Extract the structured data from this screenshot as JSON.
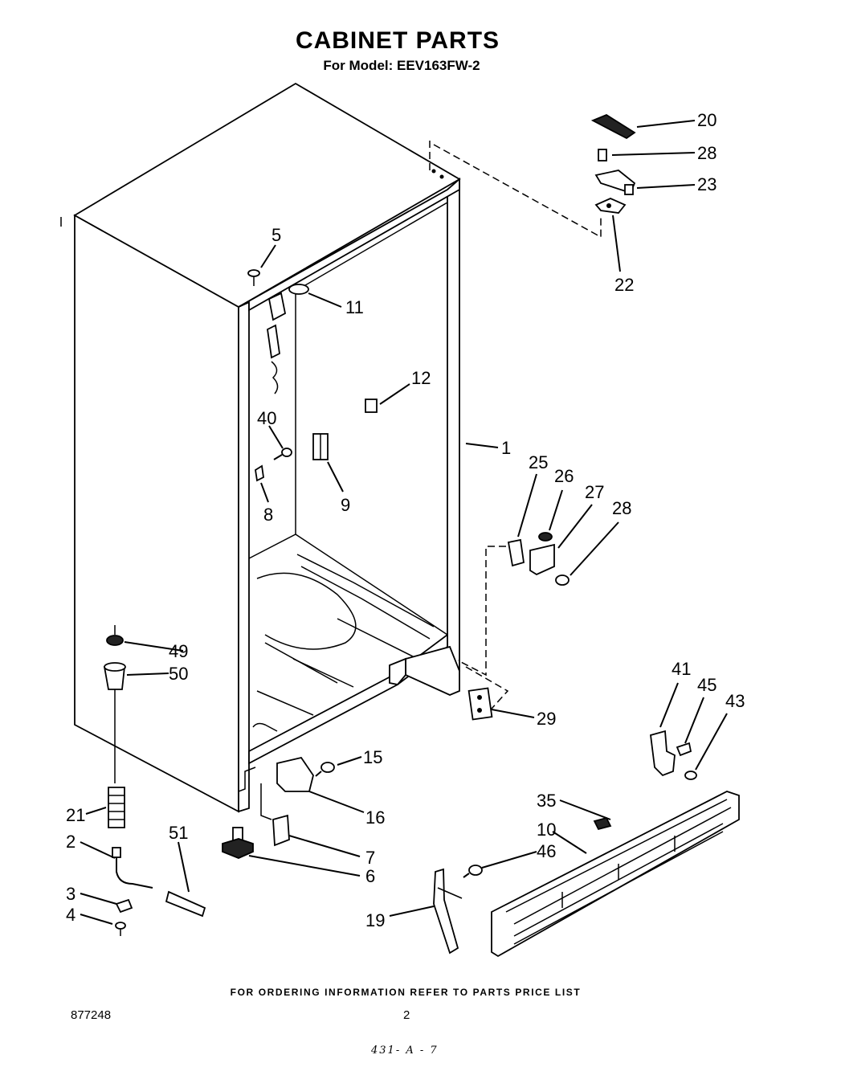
{
  "header": {
    "title": "CABINET PARTS",
    "subtitle": "For Model: EEV163FW-2"
  },
  "footer": {
    "ordering_note": "FOR ORDERING INFORMATION REFER TO PARTS PRICE LIST",
    "doc_number": "877248",
    "page_number": "2",
    "handwritten_note": "431- A - 7"
  },
  "callouts": [
    "20",
    "28",
    "23",
    "22",
    "5",
    "11",
    "12",
    "1",
    "40",
    "9",
    "8",
    "25",
    "26",
    "27",
    "28",
    "49",
    "50",
    "41",
    "45",
    "43",
    "29",
    "15",
    "16",
    "35",
    "10",
    "21",
    "2",
    "51",
    "7",
    "6",
    "46",
    "3",
    "4",
    "19"
  ]
}
